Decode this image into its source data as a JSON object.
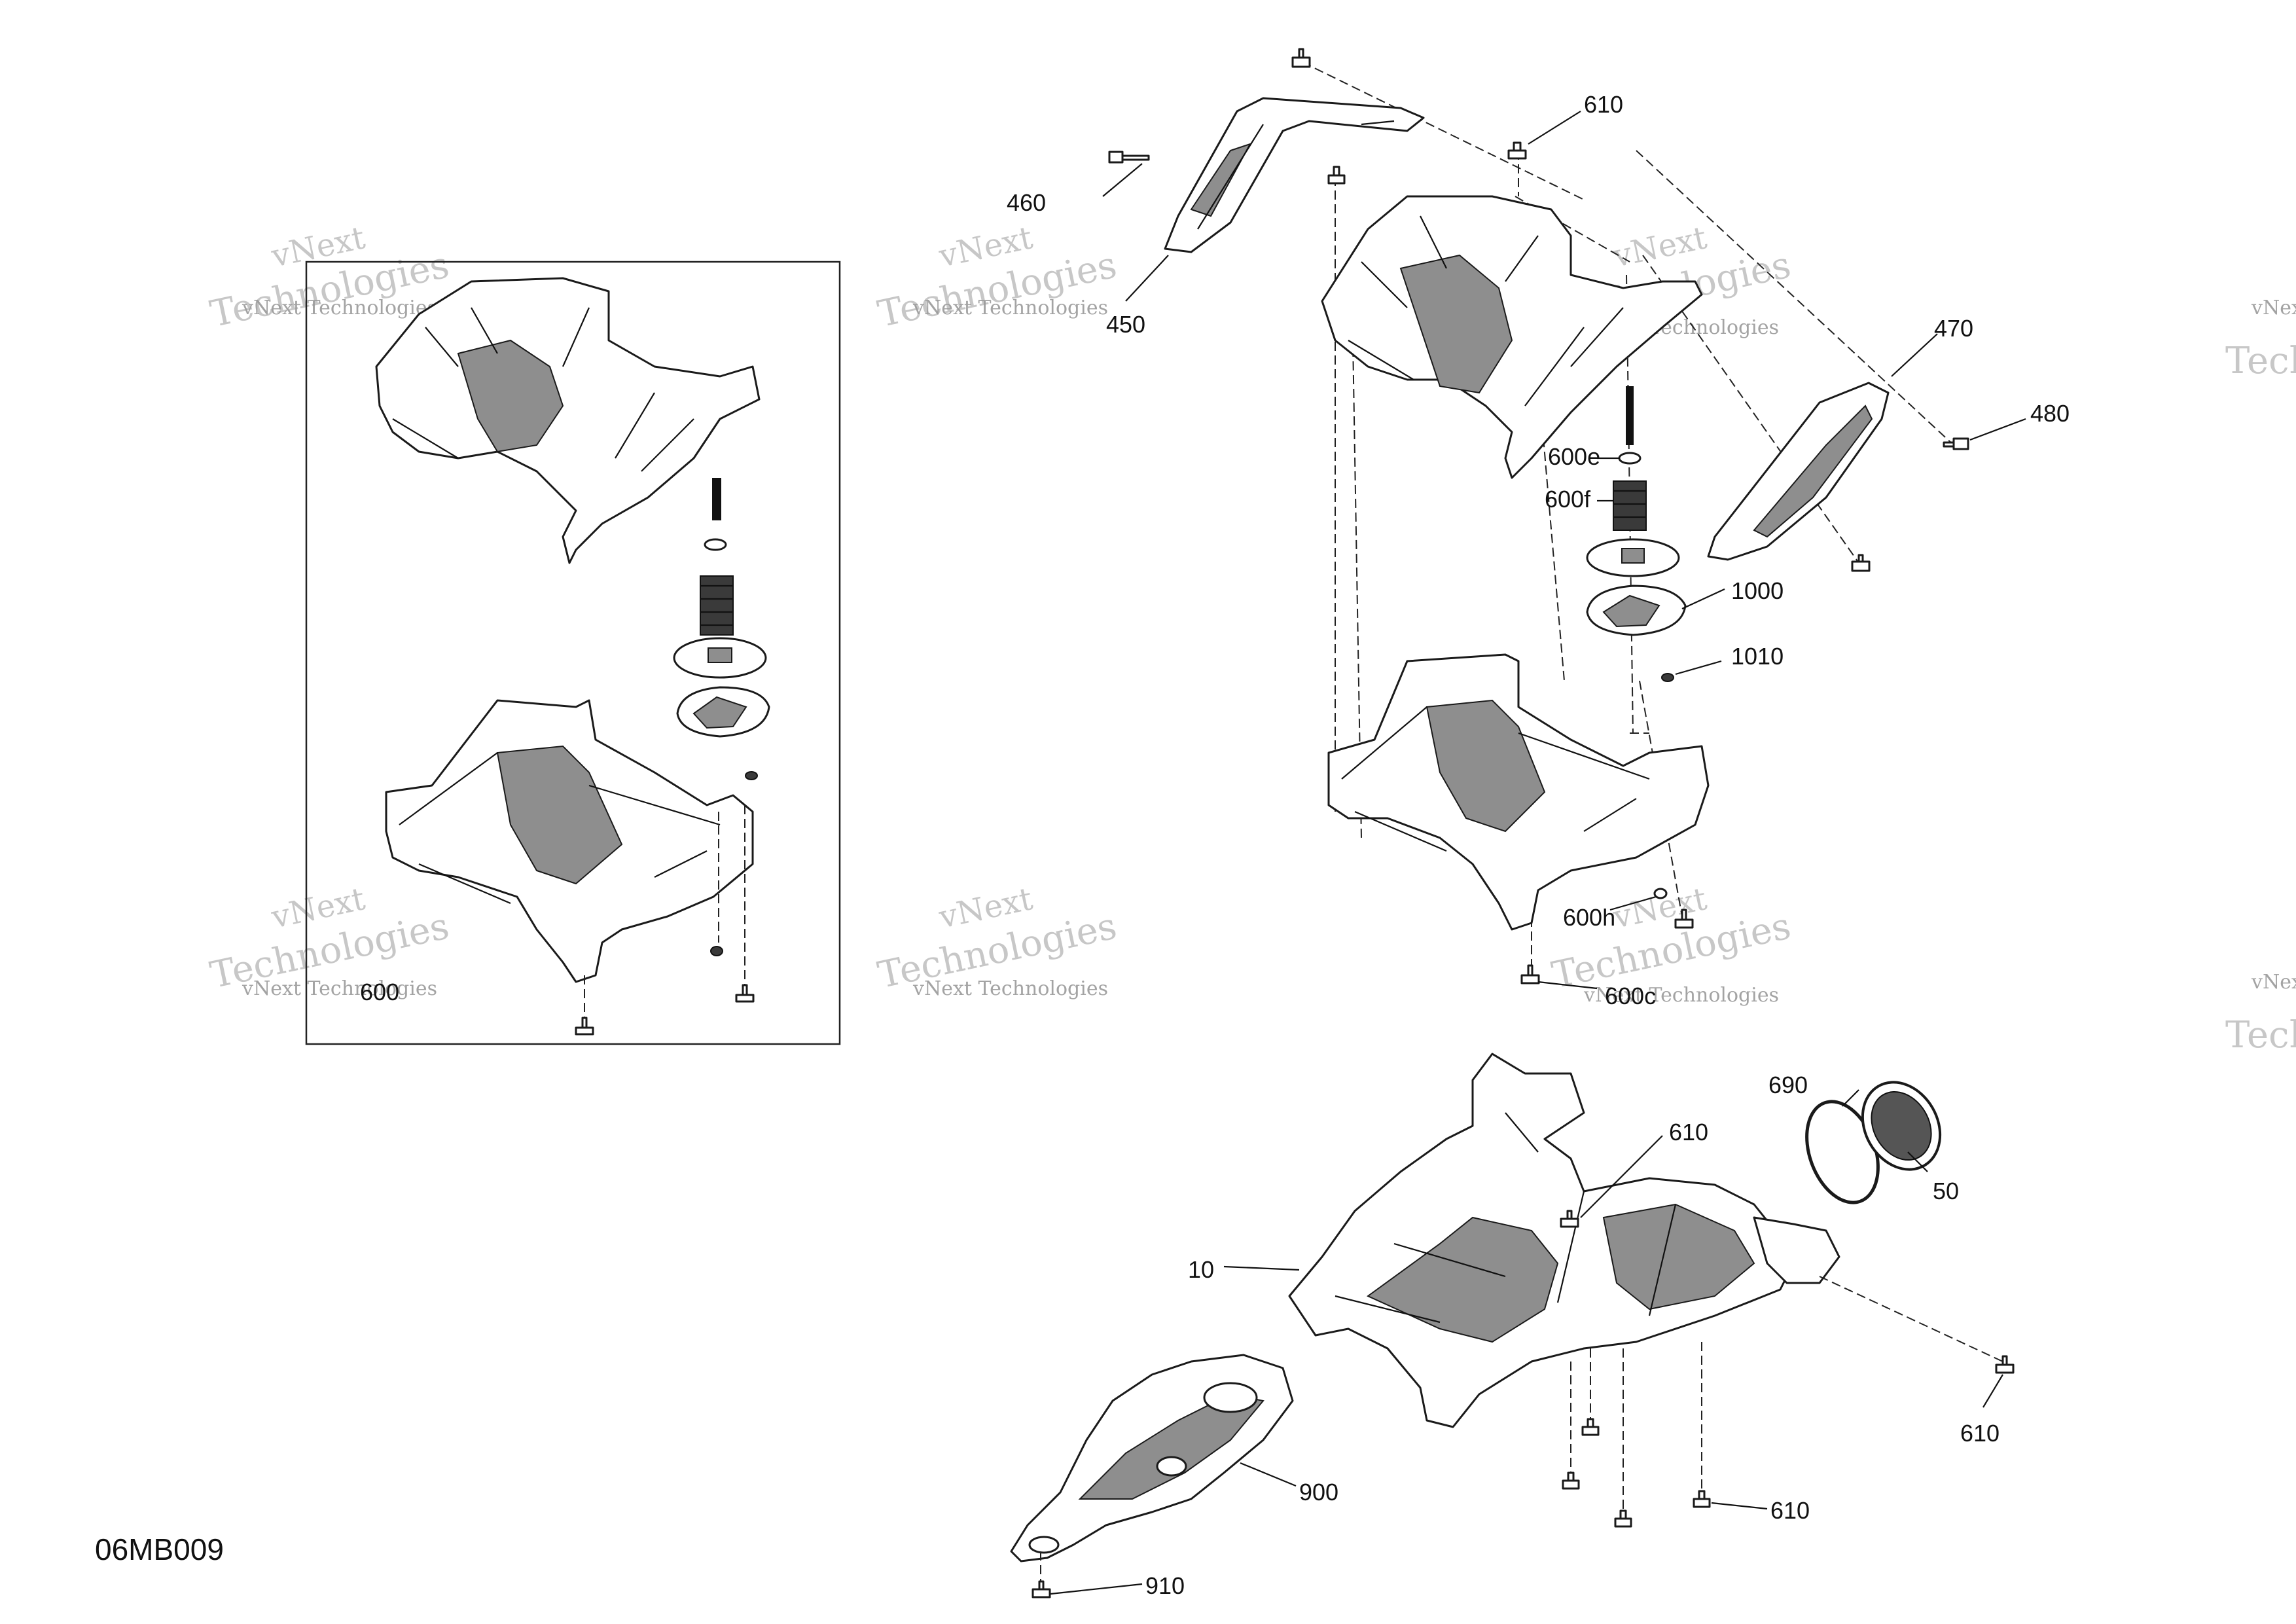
{
  "drawing_code": "06MB009",
  "watermark": {
    "company": "vNext Technologies",
    "word1": "vNext",
    "word2": "Technologies"
  },
  "callouts": [
    {
      "id": "c450",
      "label": "450"
    },
    {
      "id": "c460",
      "label": "460"
    },
    {
      "id": "c610a",
      "label": "610"
    },
    {
      "id": "c470",
      "label": "470"
    },
    {
      "id": "c480",
      "label": "480"
    },
    {
      "id": "c600e",
      "label": "600e"
    },
    {
      "id": "c600f",
      "label": "600f"
    },
    {
      "id": "c1000",
      "label": "1000"
    },
    {
      "id": "c1010",
      "label": "1010"
    },
    {
      "id": "c600h",
      "label": "600h"
    },
    {
      "id": "c600c",
      "label": "600c"
    },
    {
      "id": "c600",
      "label": "600"
    },
    {
      "id": "c690",
      "label": "690"
    },
    {
      "id": "c610b",
      "label": "610"
    },
    {
      "id": "c50",
      "label": "50"
    },
    {
      "id": "c10",
      "label": "10"
    },
    {
      "id": "c610c",
      "label": "610"
    },
    {
      "id": "c900",
      "label": "900"
    },
    {
      "id": "c610d",
      "label": "610"
    },
    {
      "id": "c910",
      "label": "910"
    }
  ]
}
